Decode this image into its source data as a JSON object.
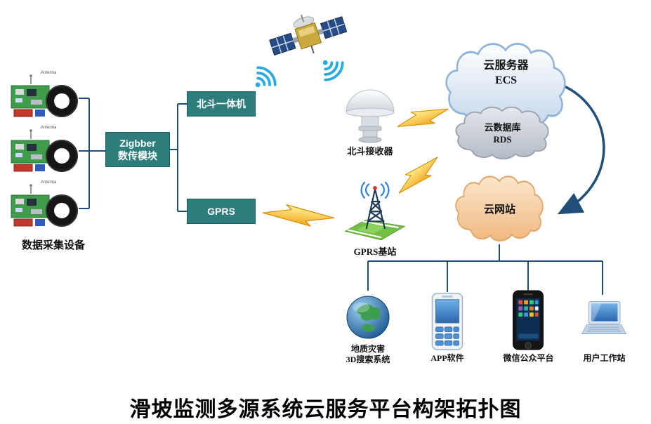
{
  "title": "滑坡监测多源系统云服务平台构架拓扑图",
  "colors": {
    "node_box": "#2e7d7d",
    "connector_line": "#1f4e79",
    "lightning": "#f6b323",
    "cloud_server_fill": "#dce9f5",
    "cloud_db_fill": "#c3c9d3",
    "cloud_site_fill": "#f5c998"
  },
  "acquisition": {
    "antenna_label": "Antenna",
    "devices_label": "数据采集设备",
    "zigbee_line1": "Zigbber",
    "zigbee_line2": "数传模块",
    "beidou_unit_label": "北斗一体机",
    "gprs_label": "GPRS"
  },
  "transmission": {
    "beidou_receiver_label": "北斗接收器",
    "gprs_station_label": "GPRS基站"
  },
  "cloud": {
    "server_line1": "云服务器",
    "server_line2": "ECS",
    "db_line1": "云数据库",
    "db_line2": "RDS",
    "site_label": "云网站"
  },
  "terminals": {
    "geo_line1": "地质灾害",
    "geo_line2": "3D搜索系统",
    "app_label": "APP软件",
    "wechat_label": "微信公众平台",
    "workstation_label": "用户工作站"
  }
}
